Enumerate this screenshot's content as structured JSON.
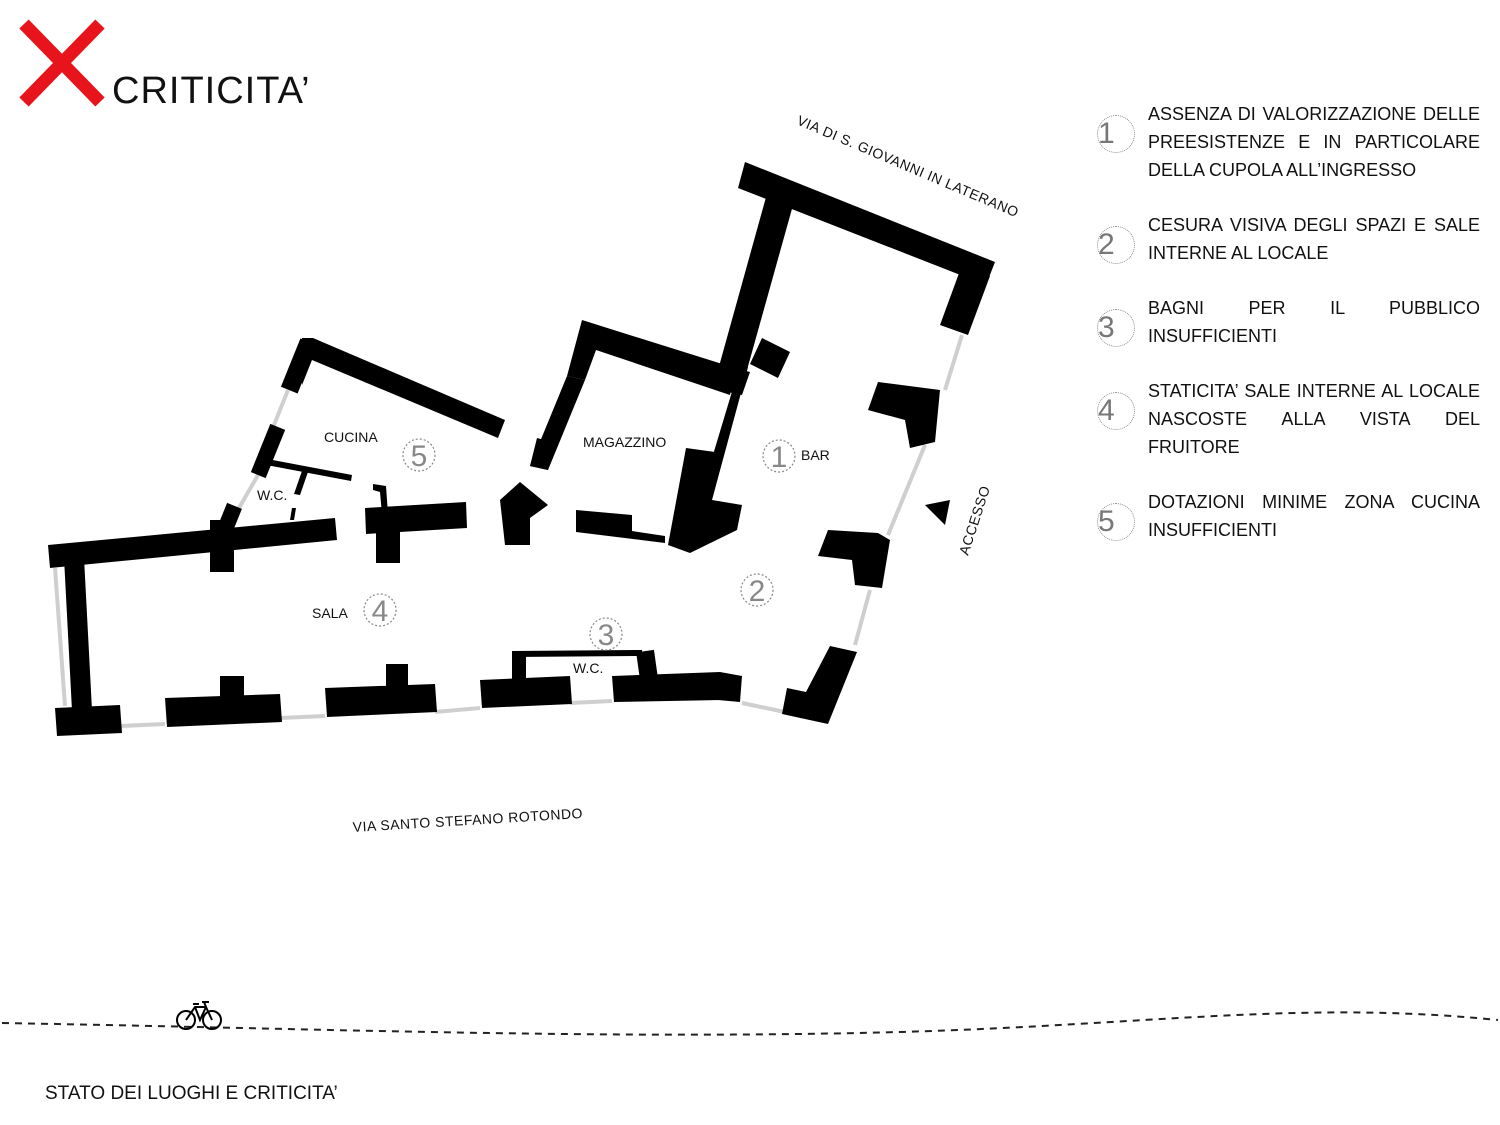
{
  "header": {
    "title": "CRITICITA’",
    "accent_color": "#e8141c"
  },
  "legend": {
    "items": [
      {
        "number": "1",
        "text": "ASSENZA DI VALORIZZAZIONE DELLE PREESISTENZE E IN PARTICOLARE DELLA CUPOLA ALL’INGRESSO"
      },
      {
        "number": "2",
        "text": "CESURA VISIVA DEGLI SPAZI E SALE INTERNE AL LOCALE"
      },
      {
        "number": "3",
        "text": "BAGNI PER IL PUBBLICO INSUFFICIENTI"
      },
      {
        "number": "4",
        "text": "STATICITA’ SALE INTERNE AL LOCALE NASCOSTE ALLA VISTA DEL FRUITORE"
      },
      {
        "number": "5",
        "text": "DOTAZIONI MINIME ZONA CUCINA INSUFFICIENTI"
      }
    ]
  },
  "plan": {
    "rooms": {
      "cucina": "CUCINA",
      "wc_kitchen": "W.C.",
      "magazzino": "MAGAZZINO",
      "bar": "BAR",
      "sala": "SALA",
      "wc_hall": "W.C."
    },
    "markers": {
      "m1": "1",
      "m2": "2",
      "m3": "3",
      "m4": "4",
      "m5": "5"
    },
    "streets": {
      "north": "VIA DI S. GIOVANNI IN LATERANO",
      "south": "VIA SANTO STEFANO ROTONDO"
    },
    "entrance_label": "ACCESSO",
    "wall_color": "#000000",
    "marker_color": "#888888"
  },
  "footer": {
    "caption": "STATO DEI LUOGHI E CRITICITA’"
  }
}
